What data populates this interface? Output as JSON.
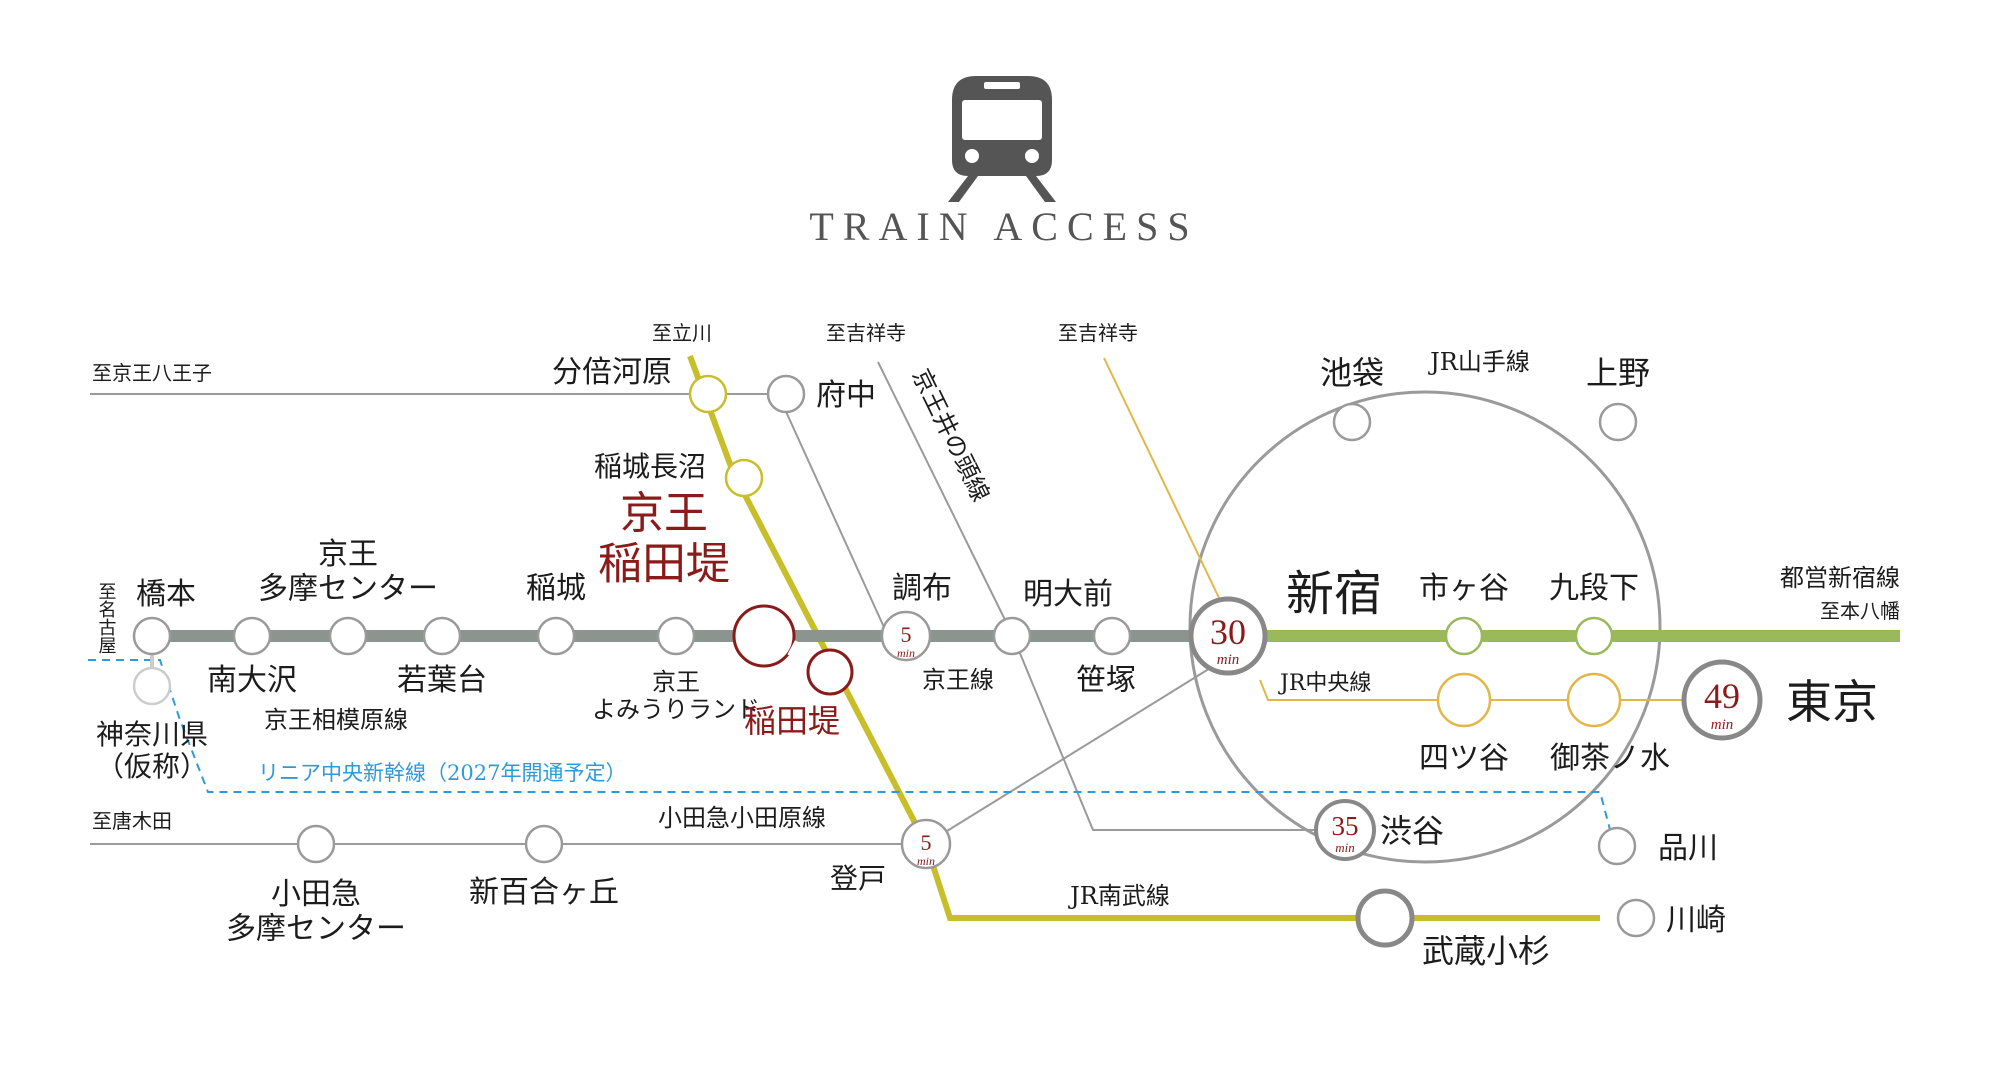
{
  "header": {
    "title": "TRAIN ACCESS",
    "icon": "train-icon"
  },
  "colors": {
    "keio_line": "#8c948f",
    "chuo_sobu": "#9ab95a",
    "nambu_chuo": "#c8be2a",
    "jr_chuo": "#e2b74a",
    "thin_line": "#9a9a9a",
    "linear": "#2e9bd6",
    "highlight": "#8b1a1a",
    "icon": "#555555"
  },
  "directions": {
    "hachioji": "至京王八王子",
    "tachikawa": "至立川",
    "kichijoji_1": "至吉祥寺",
    "kichijoji_2": "至吉祥寺",
    "nagoya": "至名古屋",
    "karakida": "至唐木田",
    "motoyawata": "至本八幡"
  },
  "lines": {
    "inokashira": "京王井の頭線",
    "yamanote": "JR山手線",
    "toei_shinjuku": "都営新宿線",
    "jr_chuo": "JR中央線",
    "keio": "京王線",
    "sagamihara": "京王相模原線",
    "linear": "リニア中央新幹線（2027年開通予定）",
    "odakyu": "小田急小田原線",
    "nambu": "JR南武線"
  },
  "stations": {
    "hashimoto": "橋本",
    "minami_osawa": "南大沢",
    "tama_center": "京王\n多摩センター",
    "wakabadai": "若葉台",
    "inagi": "稲城",
    "yomiuriland": "京王\nよみうりランド",
    "keio_inadazutsumi": "京王\n稲田堤",
    "inadazutsumi": "稲田堤",
    "inaginaganuma": "稲城長沼",
    "bubaigawara": "分倍河原",
    "fuchu": "府中",
    "chofu": "調布",
    "meidaimae": "明大前",
    "sasazuka": "笹塚",
    "shinjuku": "新宿",
    "ichigaya": "市ヶ谷",
    "kudanshita": "九段下",
    "ikebukuro": "池袋",
    "ueno": "上野",
    "yotsuya": "四ツ谷",
    "ochanomizu": "御茶ノ水",
    "tokyo": "東京",
    "shibuya": "渋谷",
    "shinagawa": "品川",
    "musashikosugi": "武蔵小杉",
    "kawasaki": "川崎",
    "noborito": "登戸",
    "odakyu_tama": "小田急\n多摩センター",
    "shinyurigaoka": "新百合ヶ丘",
    "kanagawa": "神奈川県\n（仮称）"
  },
  "times": {
    "chofu": {
      "value": "5",
      "unit": "min"
    },
    "noborito": {
      "value": "5",
      "unit": "min"
    },
    "shinjuku": {
      "value": "30",
      "unit": "min"
    },
    "shibuya": {
      "value": "35",
      "unit": "min"
    },
    "tokyo": {
      "value": "49",
      "unit": "min"
    }
  }
}
